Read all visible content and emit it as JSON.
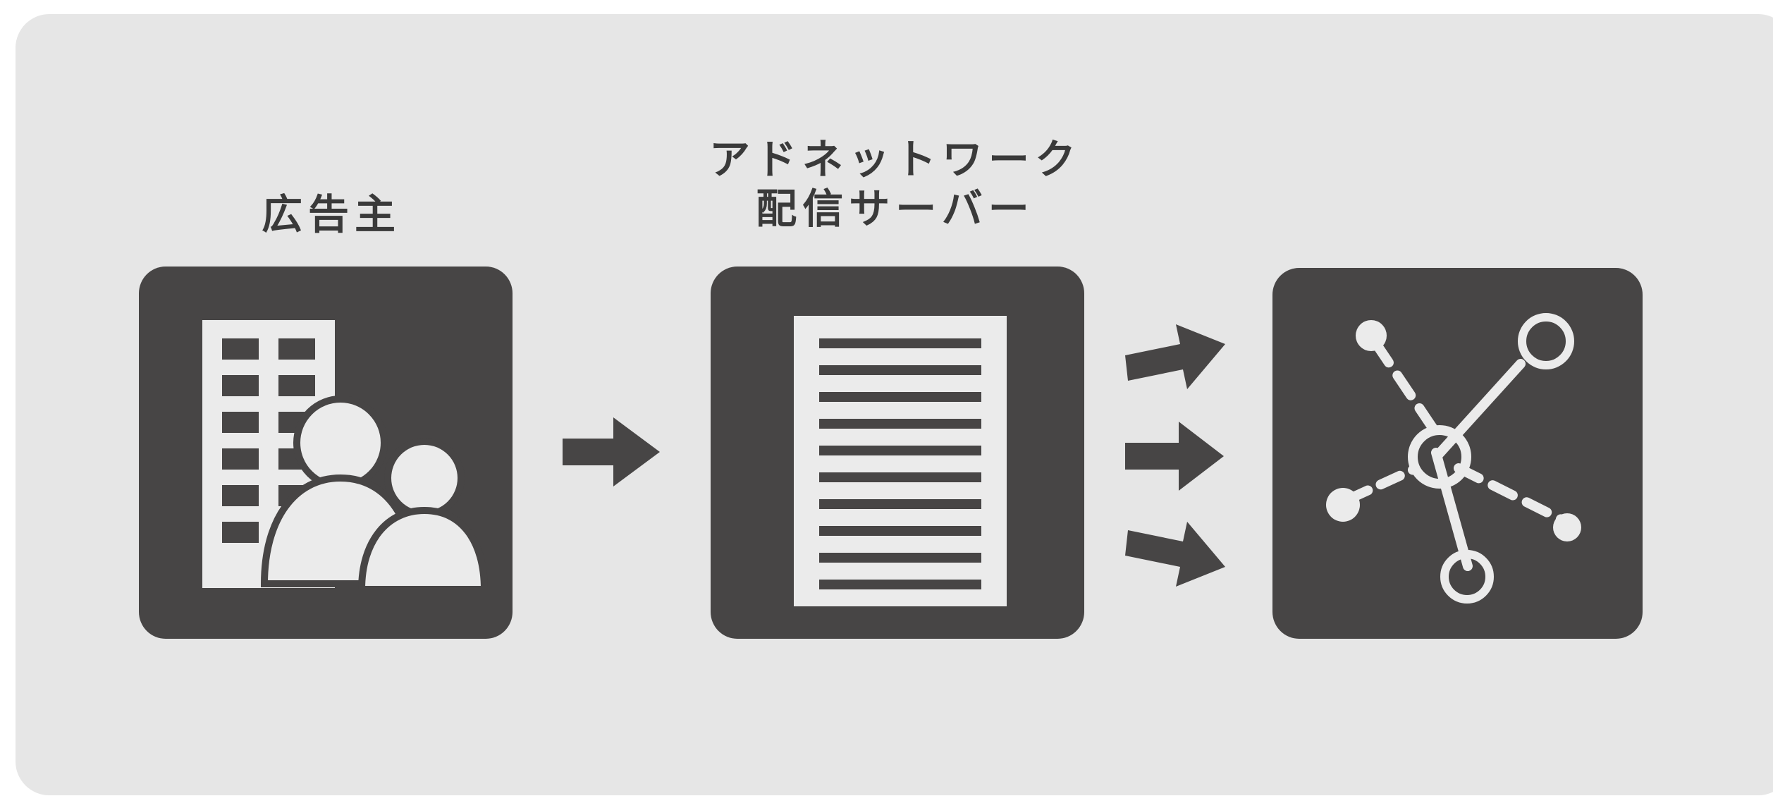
{
  "nodes": [
    {
      "label": "広告主",
      "icon": "advertiser-building-people-icon"
    },
    {
      "label_lines": [
        "アドネットワーク",
        "配信サーバー"
      ],
      "icon": "ad-server-document-icon"
    },
    {
      "label": "",
      "icon": "network-nodes-icon"
    }
  ],
  "colors": {
    "background": "#e6e6e6",
    "box": "#474545",
    "text": "#3a3a3a",
    "icon": "#ebebeb"
  }
}
